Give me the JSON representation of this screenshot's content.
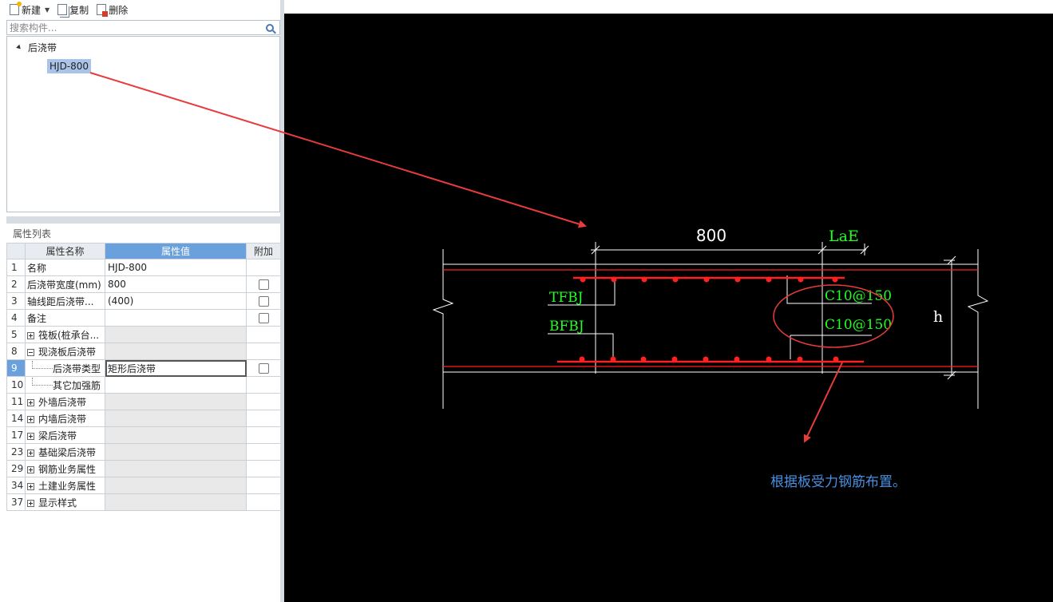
{
  "toolbar": {
    "new_label": "新建",
    "copy_label": "复制",
    "delete_label": "删除"
  },
  "search": {
    "placeholder": "搜索构件..."
  },
  "tree": {
    "root_label": "后浇带",
    "child_label": "HJD-800"
  },
  "properties": {
    "title": "属性列表",
    "headers": {
      "name": "属性名称",
      "value": "属性值",
      "extra": "附加"
    },
    "rows": [
      {
        "num": "1",
        "name": "名称",
        "value": "HJD-800"
      },
      {
        "num": "2",
        "name": "后浇带宽度(mm)",
        "value": "800"
      },
      {
        "num": "3",
        "name": "轴线距后浇带...",
        "value": "(400)"
      },
      {
        "num": "4",
        "name": "备注",
        "value": ""
      },
      {
        "num": "5",
        "name": "筏板(桩承台...",
        "value": ""
      },
      {
        "num": "8",
        "name": "现浇板后浇带",
        "value": ""
      },
      {
        "num": "9",
        "name": "后浇带类型",
        "value": "矩形后浇带"
      },
      {
        "num": "10",
        "name": "其它加强筋",
        "value": ""
      },
      {
        "num": "11",
        "name": "外墙后浇带",
        "value": ""
      },
      {
        "num": "14",
        "name": "内墙后浇带",
        "value": ""
      },
      {
        "num": "17",
        "name": "梁后浇带",
        "value": ""
      },
      {
        "num": "23",
        "name": "基础梁后浇带",
        "value": ""
      },
      {
        "num": "29",
        "name": "钢筋业务属性",
        "value": ""
      },
      {
        "num": "34",
        "name": "土建业务属性",
        "value": ""
      },
      {
        "num": "37",
        "name": "显示样式",
        "value": ""
      }
    ]
  },
  "drawing": {
    "dim_width": "800",
    "dim_lae": "LaE",
    "label_top": "TFBJ",
    "label_bottom": "BFBJ",
    "rebar_top": "C10@150",
    "rebar_bottom": "C10@150",
    "height_label": "h",
    "note": "根据板受力钢筋布置。"
  },
  "colors": {
    "accent": "#6aa0dc",
    "canvas_bg": "#000000",
    "cad_text": "#22ff22",
    "rebar": "#ff2020",
    "annotation": "#e83c3c",
    "note_text": "#4a90e2"
  }
}
